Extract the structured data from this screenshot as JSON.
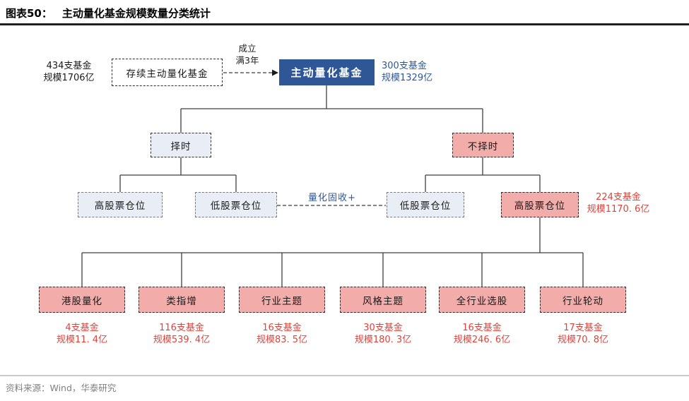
{
  "caption": {
    "label": "图表50：",
    "text": "主动量化基金规模数量分类统计"
  },
  "source": "资料来源：Wind，华泰研究",
  "colors": {
    "primary_blue": "#2F5796",
    "pink": "#F2ACAA",
    "light_blue_gray": "#E9EDF5",
    "annotation_red": "#E0423B",
    "line": "#3f3f3f"
  },
  "diagram": {
    "pre_node": {
      "label": "存续主动量化基金",
      "count": "434支基金",
      "scale": "规模1706亿"
    },
    "arrow_label": {
      "line1": "成立",
      "line2": "满3年"
    },
    "root": {
      "label": "主动量化基金",
      "count": "300支基金",
      "scale": "规模1329亿"
    },
    "level1": {
      "timing": "择时",
      "no_timing": "不择时"
    },
    "level2": {
      "timing_high": "高股票仓位",
      "timing_low": "低股票仓位",
      "link_label": "量化固收+",
      "nt_low": "低股票仓位",
      "nt_high": "高股票仓位",
      "nt_high_count": "224支基金",
      "nt_high_scale": "规模1170. 6亿"
    },
    "leaves": [
      {
        "label": "港股量化",
        "count": "4支基金",
        "scale": "规模11. 4亿"
      },
      {
        "label": "类指增",
        "count": "116支基金",
        "scale": "规模539. 4亿"
      },
      {
        "label": "行业主题",
        "count": "16支基金",
        "scale": "规模83. 5亿"
      },
      {
        "label": "风格主题",
        "count": "30支基金",
        "scale": "规模180. 3亿"
      },
      {
        "label": "全行业选股",
        "count": "16支基金",
        "scale": "规模246. 6亿"
      },
      {
        "label": "行业轮动",
        "count": "17支基金",
        "scale": "规模70. 8亿"
      }
    ]
  }
}
